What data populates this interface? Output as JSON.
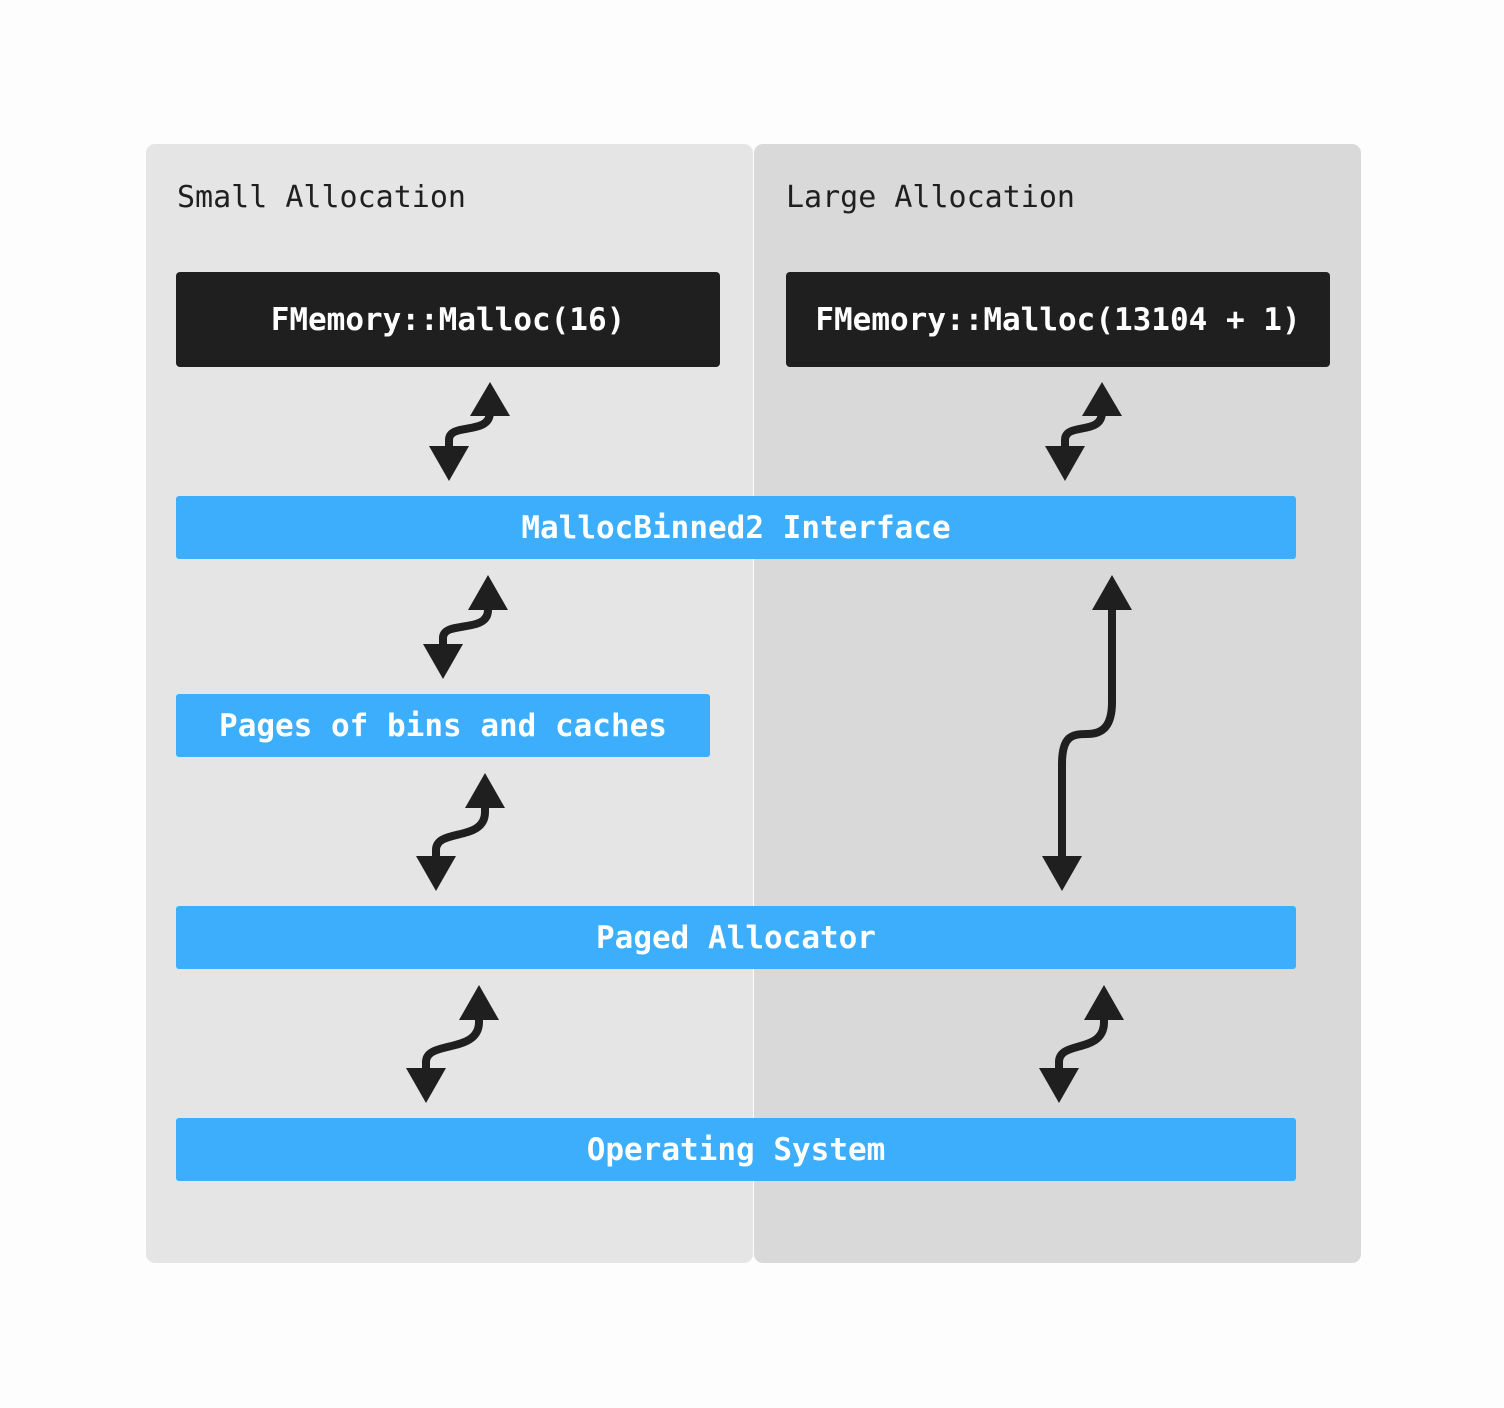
{
  "colors": {
    "background": "#fdfdfd",
    "small_panel": "#e5e5e5",
    "large_panel": "#d9d9d9",
    "call_box": "#1f1f1f",
    "layer_box": "#3daefb",
    "arrow": "#1f1f1f",
    "box_text": "#ffffff"
  },
  "columns": {
    "small": {
      "title": "Small Allocation",
      "call": "FMemory::Malloc(16)"
    },
    "large": {
      "title": "Large Allocation",
      "call": "FMemory::Malloc(13104 + 1)"
    }
  },
  "layers": {
    "interface": "MallocBinned2 Interface",
    "pages": "Pages of bins and caches",
    "paged_allocator": "Paged Allocator",
    "os": "Operating System"
  },
  "arrows": [
    {
      "from": "call-small",
      "to": "interface",
      "direction": "bidirectional"
    },
    {
      "from": "call-large",
      "to": "interface",
      "direction": "bidirectional"
    },
    {
      "from": "interface",
      "to": "pages",
      "direction": "bidirectional"
    },
    {
      "from": "pages",
      "to": "paged_allocator",
      "direction": "bidirectional"
    },
    {
      "from": "interface",
      "to": "paged_allocator",
      "direction": "bidirectional"
    },
    {
      "from": "paged_allocator",
      "to": "os",
      "direction": "bidirectional"
    },
    {
      "from": "paged_allocator",
      "to": "os",
      "direction": "bidirectional"
    }
  ]
}
